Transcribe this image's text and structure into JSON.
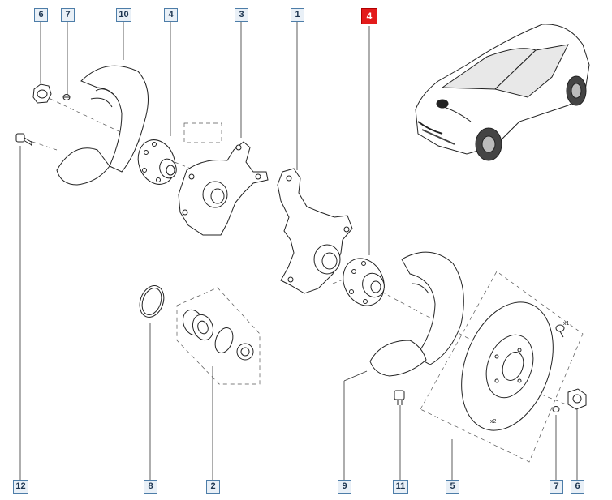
{
  "callouts": {
    "c6_top": "6",
    "c7_top": "7",
    "c10": "10",
    "c4_top": "4",
    "c3": "3",
    "c1": "1",
    "c4_highlight": "4",
    "c12": "12",
    "c8": "8",
    "c2": "2",
    "c9": "9",
    "c11": "11",
    "c5": "5",
    "c7_bottom": "7",
    "c6_bottom": "6"
  },
  "notes": {
    "x1": "x1",
    "x2": "x2"
  },
  "colors": {
    "callout_fill": "#e9f0f7",
    "callout_border": "#4d7da8",
    "highlight": "#e31b1b",
    "line": "#222222"
  }
}
